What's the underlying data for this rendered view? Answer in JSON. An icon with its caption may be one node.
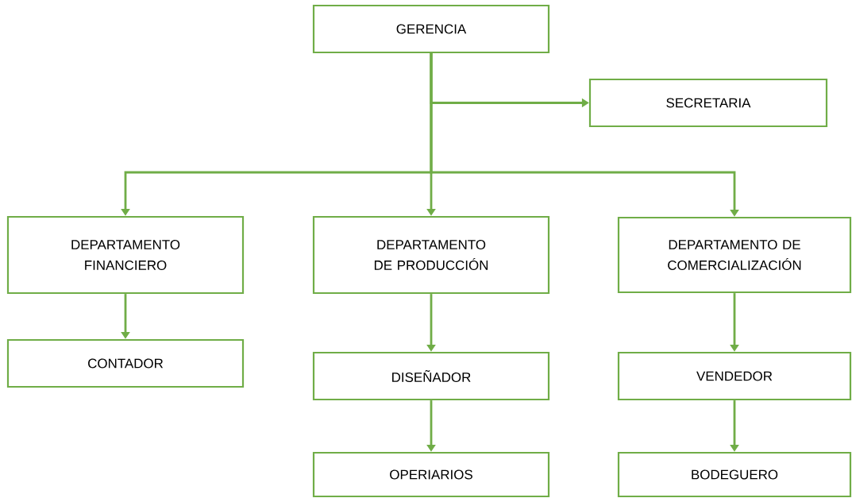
{
  "diagram": {
    "nodes": [
      {
        "text": [
          "GERENCIA"
        ]
      },
      {
        "text": [
          "SECRETARIA"
        ]
      },
      {
        "text": [
          "DEPARTAMENTO FINANCIERO"
        ]
      },
      {
        "text": [
          "DEPARTAMENTO DE PRODUCCIÓN"
        ]
      },
      {
        "text": [
          "DEPARTAMENTO DE COMERCIALIZACIÓN"
        ]
      },
      {
        "text": [
          "CONTADOR"
        ]
      },
      {
        "text": [
          "DISEÑADOR"
        ]
      },
      {
        "text": [
          "OPERIARIOS"
        ]
      },
      {
        "text": [
          "VENDEDOR"
        ]
      },
      {
        "text": [
          "BODEGUERO"
        ]
      }
    ],
    "edges": [
      {
        "from": 0,
        "to": 1,
        "arrow": "to"
      },
      {
        "from": 0,
        "to": 2,
        "arrow": "to"
      },
      {
        "from": 0,
        "to": 3,
        "arrow": "to"
      },
      {
        "from": 0,
        "to": 4,
        "arrow": "to"
      },
      {
        "from": 2,
        "to": 5,
        "arrow": "to"
      },
      {
        "from": 3,
        "to": 6,
        "arrow": "to"
      },
      {
        "from": 6,
        "to": 7,
        "arrow": "to"
      },
      {
        "from": 4,
        "to": 8,
        "arrow": "to"
      },
      {
        "from": 8,
        "to": 9,
        "arrow": "to"
      }
    ]
  }
}
